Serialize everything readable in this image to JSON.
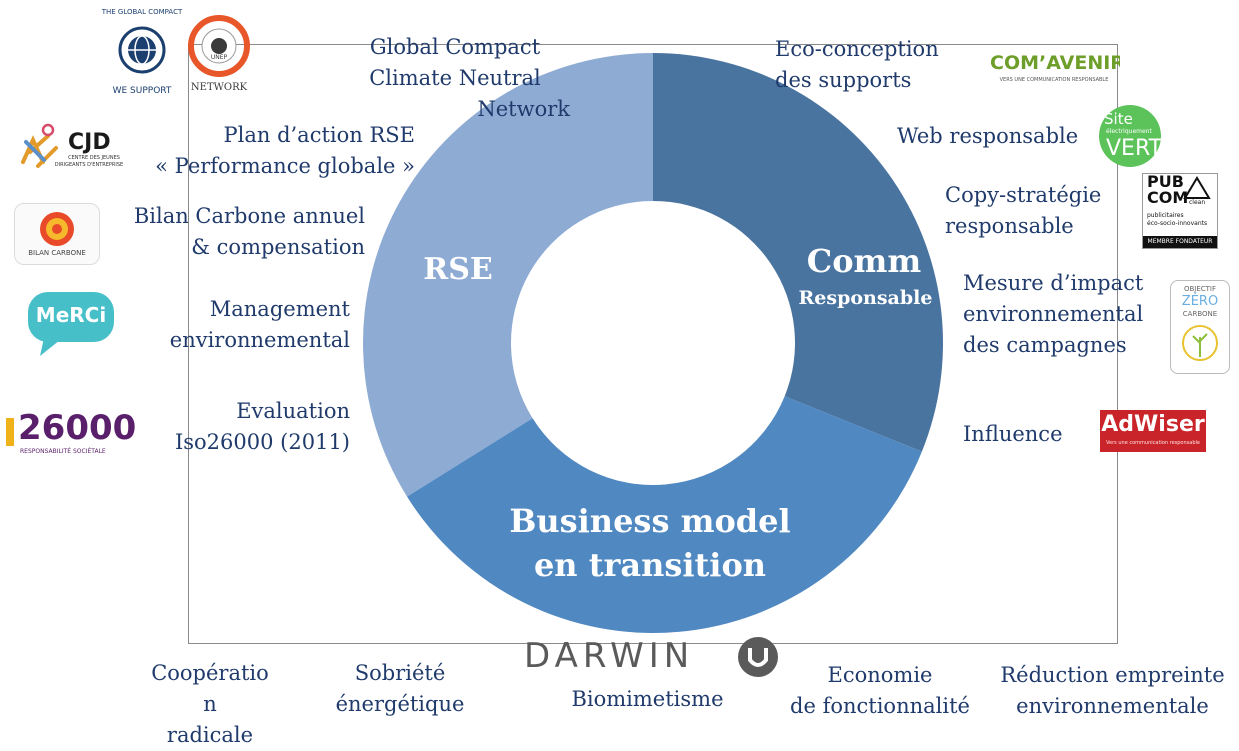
{
  "segments": {
    "rse": "RSE",
    "comm_line1": "Comm",
    "comm_line2": "Responsable",
    "business_line1": "Business model",
    "business_line2": "en transition"
  },
  "left_items": [
    [
      "Global Compact",
      "Climate Neutral",
      "Network"
    ],
    [
      "Plan d’action RSE",
      "« Performance globale »"
    ],
    [
      "Bilan Carbone annuel",
      "& compensation"
    ],
    [
      "Management",
      "environnemental"
    ],
    [
      "Evaluation",
      "Iso26000 (2011)"
    ]
  ],
  "right_items": [
    [
      "Eco-conception",
      "des supports"
    ],
    [
      "Web responsable"
    ],
    [
      "Copy-stratégie",
      "responsable"
    ],
    [
      "Mesure d’impact",
      "environnemental",
      "des campagnes"
    ],
    [
      "Influence"
    ]
  ],
  "bottom_items": [
    [
      "Coopératio",
      "n",
      "radicale"
    ],
    [
      "Sobriété",
      "énergétique"
    ],
    [
      "Biomimetisme"
    ],
    [
      "Economie",
      "de fonctionnalité"
    ],
    [
      "Réduction empreinte",
      "environnementale"
    ]
  ],
  "logos": {
    "global_compact": [
      "THE GLOBAL COMPACT",
      "WE SUPPORT"
    ],
    "unep": [
      "UNEP",
      "NETWORK"
    ],
    "cjd": [
      "CJD",
      "CENTRE DES JEUNES",
      "DIRIGEANTS D'ENTREPRISE"
    ],
    "bilan_carbone": "BILAN CARBONE",
    "merci": "MeRCi",
    "iso": [
      "26000",
      "RESPONSABILITÉ SOCIÉTALE"
    ],
    "com_avenir": [
      "COM’AVENIR",
      "VERS UNE COMMUNICATION RESPONSABLE"
    ],
    "site_vert": [
      "Site",
      "électriquement",
      "VERT"
    ],
    "pub_com": [
      "PUB",
      "COM",
      "clean",
      "publicitaires",
      "éco-socio-innovants",
      "MEMBRE FONDATEUR"
    ],
    "objectif_zero": [
      "OBJECTIF",
      "ZÉRO",
      "CARBONE"
    ],
    "adwiser": [
      "AdWiser",
      "Vers une communication responsable"
    ],
    "darwin": "DARWIN"
  },
  "colors": {
    "rse": "#8eabd4",
    "comm": "#4a74a0",
    "business": "#5088c1",
    "text": "#1f3a6b"
  }
}
